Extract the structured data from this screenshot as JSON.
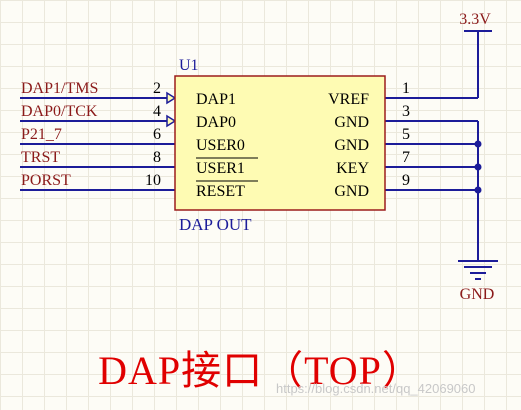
{
  "component": {
    "designator": "U1",
    "name": "DAP OUT",
    "left_pins": [
      {
        "number": "2",
        "pin": "DAP1",
        "net": "DAP1/TMS",
        "arrow": true,
        "overbar": false
      },
      {
        "number": "4",
        "pin": "DAP0",
        "net": "DAP0/TCK",
        "arrow": true,
        "overbar": false
      },
      {
        "number": "6",
        "pin": "USER0",
        "net": "P21_7",
        "arrow": false,
        "overbar": false
      },
      {
        "number": "8",
        "pin": "USER1",
        "net": "TRST",
        "arrow": false,
        "overbar": true
      },
      {
        "number": "10",
        "pin": "RESET",
        "net": "PORST",
        "arrow": false,
        "overbar": true
      }
    ],
    "right_pins": [
      {
        "number": "1",
        "pin": "VREF"
      },
      {
        "number": "3",
        "pin": "GND"
      },
      {
        "number": "5",
        "pin": "GND"
      },
      {
        "number": "7",
        "pin": "KEY"
      },
      {
        "number": "9",
        "pin": "GND"
      }
    ]
  },
  "power": {
    "label": "3.3V"
  },
  "ground": {
    "label": "GND"
  },
  "caption": "DAP接口（TOP）",
  "watermark": "https://blog.csdn.net/qq_42069060",
  "colors": {
    "wire": "#1c1c99",
    "net_label": "#8b1a1a",
    "body_fill": "#fefbb3",
    "body_stroke": "#9b1c1c",
    "designator": "#1c1c99",
    "junction": "#1c1c99",
    "caption": "#e00000"
  }
}
